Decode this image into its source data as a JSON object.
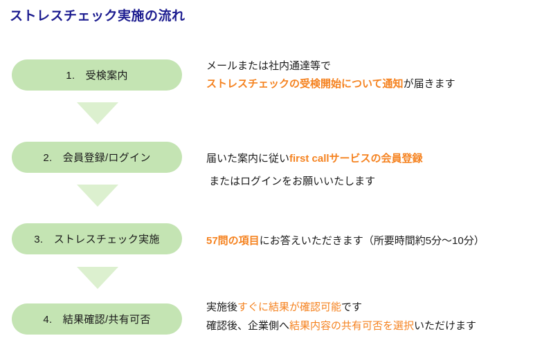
{
  "page": {
    "title": "ストレスチェック実施の流れ",
    "title_color": "#1b1b8f",
    "background": "#ffffff"
  },
  "theme": {
    "pill_fill": "#c4e4b3",
    "arrow_fill": "#dcf0cf",
    "highlight_color": "#f5821f",
    "text_color": "#1a1a1a"
  },
  "flow": {
    "arrow_icon_name": "down-triangle-arrow",
    "steps": [
      {
        "number": "1.",
        "label": "1.　受検案内",
        "description_lines": [
          [
            {
              "text": "メールまたは社内通達等で",
              "style": "normal"
            }
          ],
          [
            {
              "text": "ストレスチェックの受検開始について通知",
              "style": "highlight-bold"
            },
            {
              "text": "が届きます",
              "style": "normal"
            }
          ]
        ]
      },
      {
        "number": "2.",
        "label": "2.　会員登録/ログイン",
        "description_lines": [
          [
            {
              "text": "届いた案内に従い",
              "style": "normal"
            },
            {
              "text": "first callサービスの会員登録",
              "style": "highlight-bold"
            }
          ],
          [
            {
              "text": " またはログインをお願いいたします",
              "style": "normal"
            }
          ]
        ]
      },
      {
        "number": "3.",
        "label": "3.　ストレスチェック実施",
        "description_lines": [
          [
            {
              "text": "57問の項目",
              "style": "highlight-bold"
            },
            {
              "text": "にお答えいただきます（所要時間約5分〜10分）",
              "style": "normal"
            }
          ]
        ]
      },
      {
        "number": "4.",
        "label": "4.　結果確認/共有可否",
        "description_lines": [
          [
            {
              "text": "実施後",
              "style": "normal"
            },
            {
              "text": "すぐに結果が確認可能",
              "style": "highlight"
            },
            {
              "text": "です",
              "style": "normal"
            }
          ],
          [
            {
              "text": "確認後、企業側へ",
              "style": "normal"
            },
            {
              "text": "結果内容の共有可否を選択",
              "style": "highlight"
            },
            {
              "text": "いただけます",
              "style": "normal"
            }
          ]
        ]
      }
    ]
  }
}
